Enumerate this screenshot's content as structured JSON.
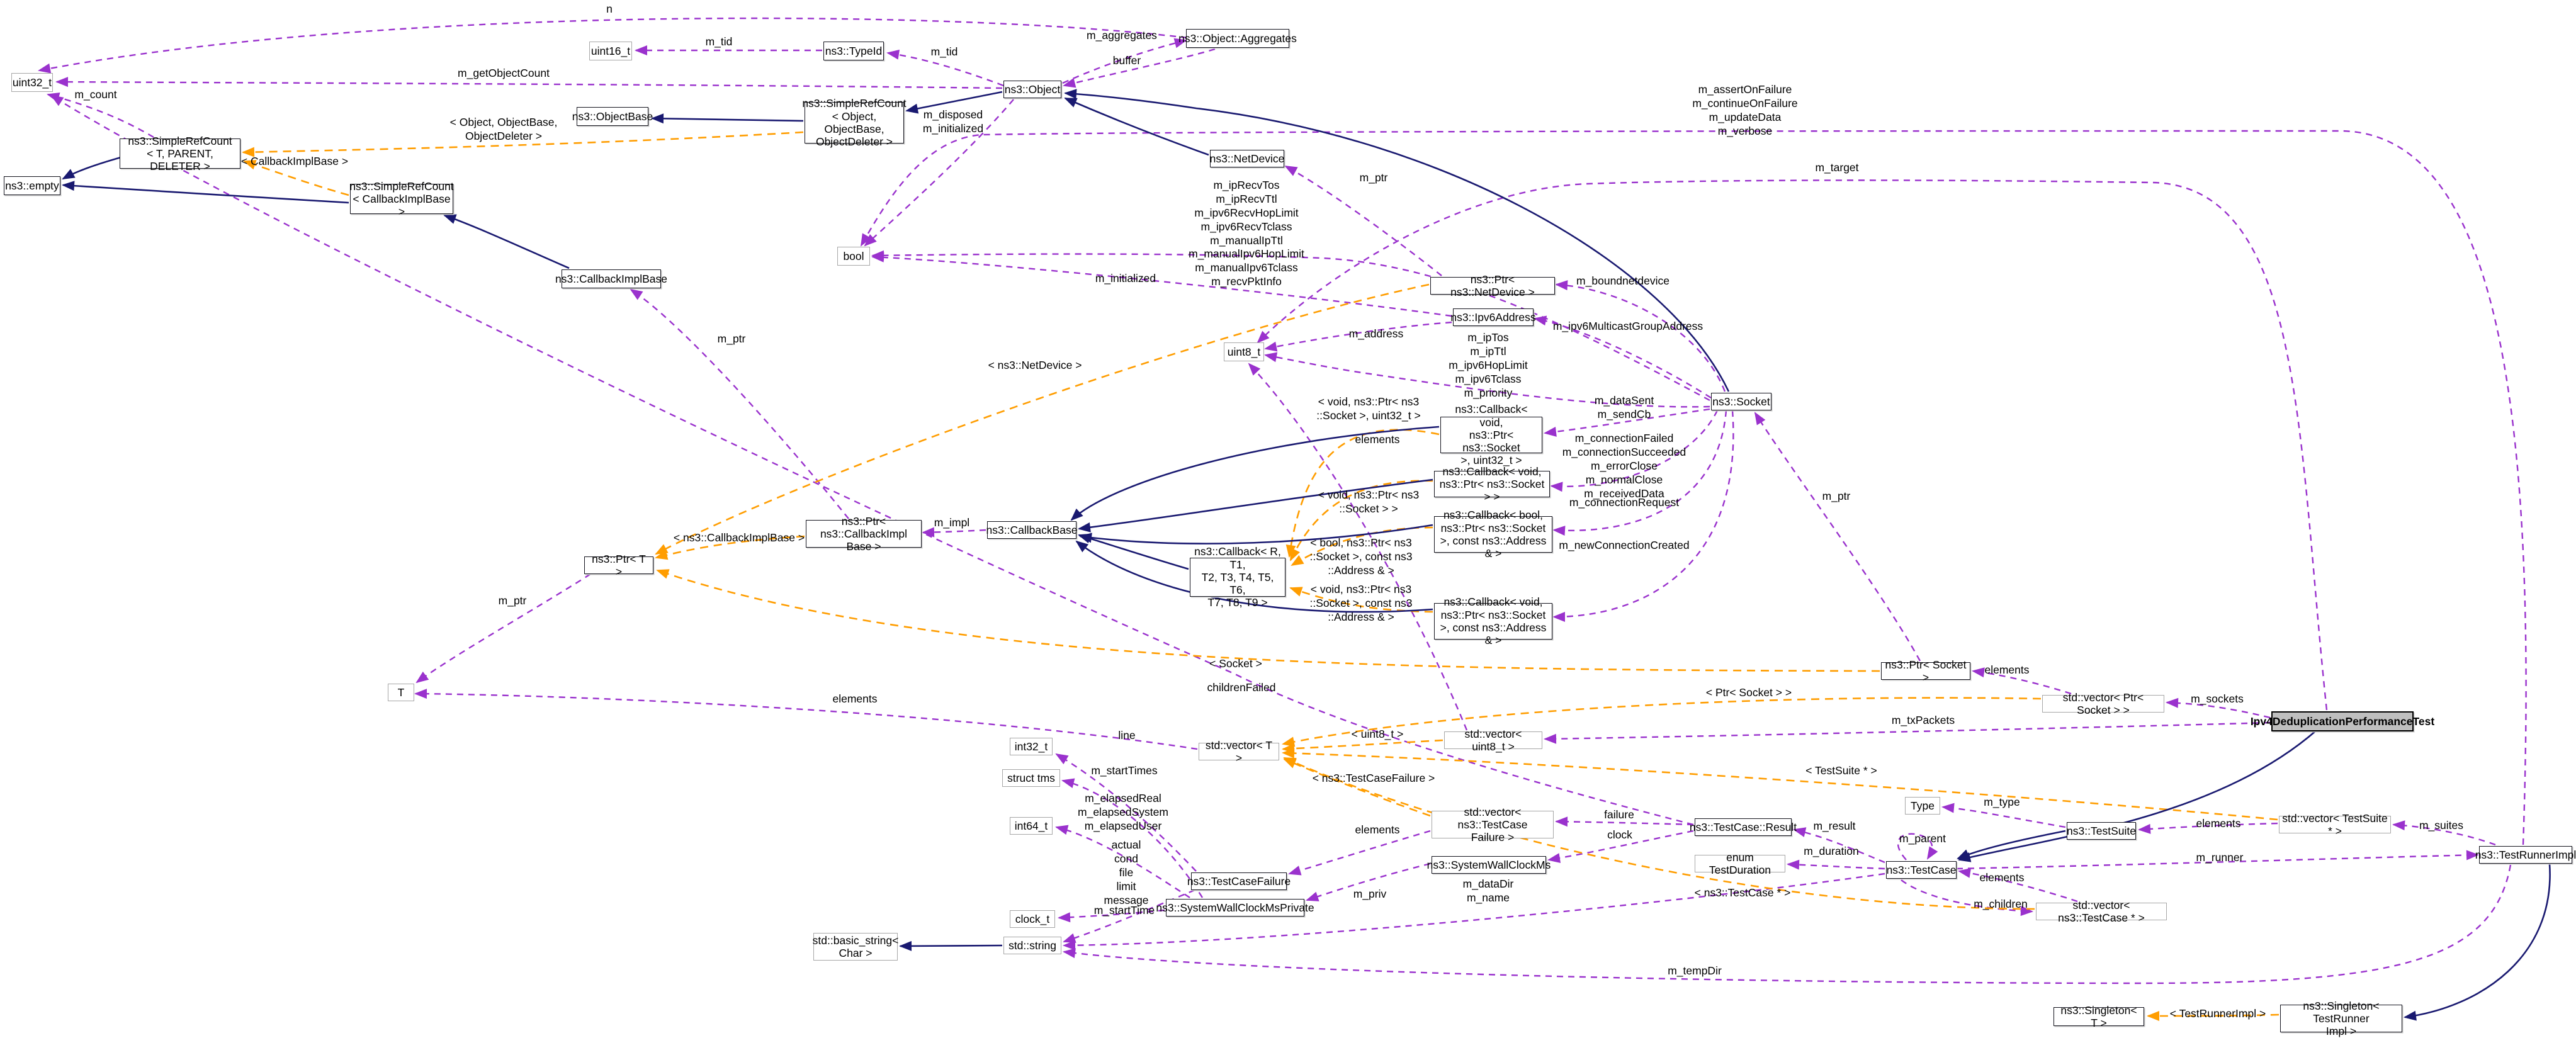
{
  "diagram": {
    "kind": "doxygen-collaboration-graph",
    "main_class": "Ipv4DeduplicationPerformanceTest",
    "colors": {
      "usage_edge": "#9a32cd",
      "template_edge": "#ff9d00",
      "inheritance_edge": "#191970",
      "main_node_fill": "#bfbfbf",
      "node_border": "#15151f",
      "plain_node_border": "#a7a7a7"
    }
  },
  "nodes": {
    "uint32": "uint32_t",
    "uint16": "uint16_t",
    "typeid": "ns3::TypeId",
    "object": "ns3::Object",
    "aggregates": "ns3::Object::Aggregates",
    "objectbase": "ns3::ObjectBase",
    "src_obj": "ns3::SimpleRefCount\n< Object, ObjectBase,\nObjectDeleter >",
    "src_tpd": "ns3::SimpleRefCount\n< T, PARENT, DELETER >",
    "empty": "ns3::empty",
    "src_cib": "ns3::SimpleRefCount\n< CallbackImplBase >",
    "cib": "ns3::CallbackImplBase",
    "netdevice": "ns3::NetDevice",
    "bool": "bool",
    "ptr_nd": "ns3::Ptr< ns3::NetDevice >",
    "ipv6addr": "ns3::Ipv6Address",
    "uint8": "uint8_t",
    "socket": "ns3::Socket",
    "cb1": "ns3::Callback< void,\nns3::Ptr< ns3::Socket\n>, uint32_t >",
    "cb2": "ns3::Callback< void,\nns3::Ptr< ns3::Socket > >",
    "cb3": "ns3::Callback< bool,\nns3::Ptr< ns3::Socket\n>, const ns3::Address & >",
    "cb4": "ns3::Callback< void,\nns3::Ptr< ns3::Socket\n>, const ns3::Address & >",
    "callbackbase": "ns3::CallbackBase",
    "ptr_cib": "ns3::Ptr< ns3::CallbackImpl\nBase >",
    "callback_r": "ns3::Callback< R, T1,\nT2, T3, T4, T5, T6,\nT7, T8, T9 >",
    "ptr_t": "ns3::Ptr< T >",
    "t": "T",
    "vec_t": "std::vector< T >",
    "int32": "int32_t",
    "tms": "struct tms",
    "int64": "int64_t",
    "clock": "clock_t",
    "basicstring": "std::basic_string<\nChar >",
    "stdstring": "std::string",
    "tcfailure": "ns3::TestCaseFailure",
    "swcmp": "ns3::SystemWallClockMsPrivate",
    "vec_u8": "std::vector< uint8_t >",
    "vec_tcf": "std::vector< ns3::TestCase\nFailure >",
    "swcm": "ns3::SystemWallClockMs",
    "result": "ns3::TestCase::Result",
    "duration": "enum TestDuration",
    "testcase": "ns3::TestCase",
    "type": "Type",
    "testsuite": "ns3::TestSuite",
    "vec_ts": "std::vector< TestSuite * >",
    "runner": "ns3::TestRunnerImpl",
    "vec_tc": "std::vector< ns3::TestCase * >",
    "ptr_socket": "ns3::Ptr< Socket >",
    "vec_ptrs": "std::vector< Ptr< Socket > >",
    "main": "Ipv4DeduplicationPerformanceTest",
    "singleton_t": "ns3::Singleton< T >",
    "singleton_tri": "ns3::Singleton< TestRunner\nImpl >"
  },
  "labels": {
    "n": "n",
    "m_tid_a": "m_tid",
    "m_tid_b": "m_tid",
    "m_aggregates": "m_aggregates",
    "buffer": "buffer",
    "m_getObjectCount": "m_getObjectCount",
    "m_count": "m_count",
    "m_disposed": "m_disposed\nm_initialized",
    "tpl_src_obj": "< Object, ObjectBase,\nObjectDeleter >",
    "tpl_src_cib": "< CallbackImplBase >",
    "m_assert": "m_assertOnFailure\nm_continueOnFailure\nm_updateData\nm_verbose",
    "m_target": "m_target",
    "m_ptr_nd": "m_ptr",
    "recvblock": "m_ipRecvTos\nm_ipRecvTtl\nm_ipv6RecvHopLimit\nm_ipv6RecvTclass\nm_manualIpTtl\nm_manualIpv6HopLimit\nm_manualIpv6Tclass\nm_recvPktInfo",
    "m_initialized": "m_initialized",
    "tpl_ptr_nd": "< ns3::NetDevice >",
    "m_boundnetdevice": "m_boundnetdevice",
    "m_address": "m_address",
    "ipblock": "m_ipTos\nm_ipTtl\nm_ipv6HopLimit\nm_ipv6Tclass\nm_priority",
    "m_ipv6mga": "m_ipv6MulticastGroupAddress",
    "m_datasent": "m_dataSent\nm_sendCb",
    "connblock": "m_connectionFailed\nm_connectionSucceeded\nm_errorClose\nm_normalClose\nm_receivedData",
    "m_connreq": "m_connectionRequest",
    "m_newconn": "m_newConnectionCreated",
    "tpl_cb1": "< void, ns3::Ptr< ns3\n::Socket >, uint32_t >",
    "tpl_cb2": "< void, ns3::Ptr< ns3\n::Socket > >",
    "tpl_cb3": "< bool, ns3::Ptr< ns3\n::Socket >, const ns3\n::Address & >",
    "tpl_cb4": "< void, ns3::Ptr< ns3\n::Socket >, const ns3\n::Address & >",
    "m_impl": "m_impl",
    "m_ptr_cib": "m_ptr",
    "tpl_ptr_cib": "< ns3::CallbackImplBase >",
    "m_ptr_t": "m_ptr",
    "tpl_ptr_socket": "< Socket >",
    "childrenFailed": "childrenFailed",
    "elements_t": "elements",
    "elements_u8": "elements",
    "elements_tcf": "elements",
    "elements_ptrs": "elements",
    "elements_ts": "elements",
    "elements_tc": "elements",
    "m_ptr_socket": "m_ptr",
    "m_sockets": "m_sockets",
    "m_txPackets": "m_txPackets",
    "tpl_u8": "< uint8_t >",
    "tpl_tcf": "< ns3::TestCaseFailure >",
    "tpl_ptrs": "< Ptr< Socket > >",
    "tpl_ts": "< TestSuite * >",
    "tpl_tc": "< ns3::TestCase * >",
    "failure": "failure",
    "clock_l": "clock",
    "m_result": "m_result",
    "m_duration": "m_duration",
    "m_parent": "m_parent",
    "m_type": "m_type",
    "m_suites": "m_suites",
    "m_runner": "m_runner",
    "m_children": "m_children",
    "m_datadir": "m_dataDir\nm_name",
    "m_priv": "m_priv",
    "m_startTimes": "m_startTimes",
    "m_elapsed": "m_elapsedReal\nm_elapsedSystem\nm_elapsedUser",
    "tcf_fields": "actual\ncond\nfile\nlimit\nmessage",
    "m_startTime": "m_startTime",
    "line_l": "line",
    "m_tempDir": "m_tempDir",
    "tpl_tri": "< TestRunnerImpl >"
  }
}
